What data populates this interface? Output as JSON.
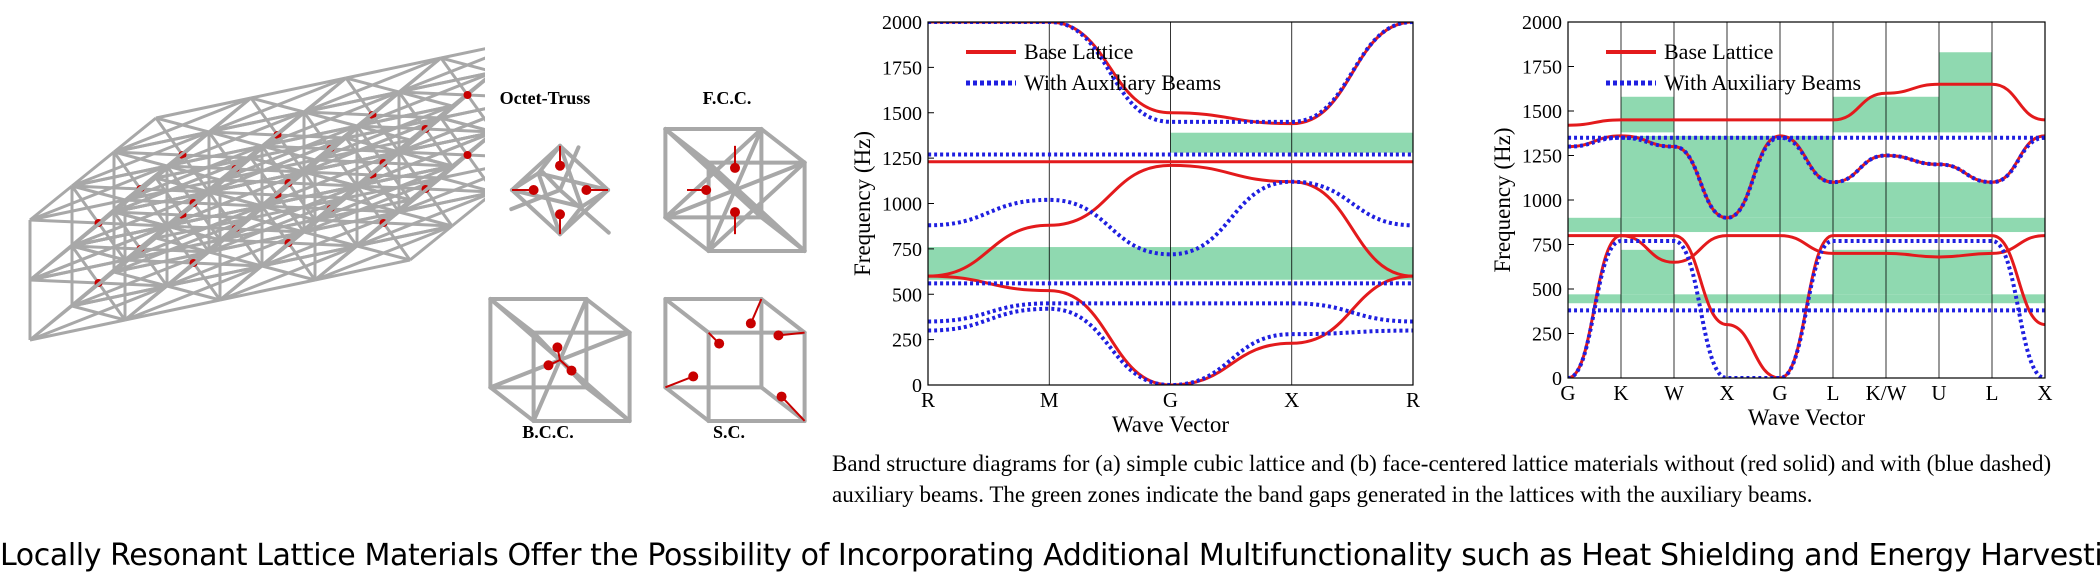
{
  "figure": {
    "cell_labels": [
      "Octet-Truss",
      "F.C.C.",
      "B.C.C.",
      "S.C."
    ],
    "caption": "Band structure diagrams for (a) simple cubic lattice and (b) face-centered lattice materials without (red solid) and with (blue dashed) auxiliary beams. The green zones indicate the band gaps generated in the lattices with the auxiliary beams.",
    "headline": "Locally Resonant Lattice Materials Offer the Possibility of Incorporating Additional Multifunctionality such as Heat Shielding and Energy Harvesting",
    "colors": {
      "base": "#e31a1c",
      "auxiliary": "#1f1fe0",
      "gap": "#8fd9b0",
      "accent": "#a83a1c",
      "strut": "#a8a8a8",
      "mass": "#c80000"
    }
  },
  "chart_data": [
    {
      "type": "line",
      "xlabel": "Wave Vector",
      "ylabel": "Frequency (Hz)",
      "x": [
        "R",
        "M",
        "G",
        "X",
        "R"
      ],
      "ylim": [
        0,
        2000
      ],
      "yticks": [
        0,
        250,
        500,
        750,
        1000,
        1250,
        1500,
        1750,
        2000
      ],
      "legend": [
        "Base Lattice",
        "With Auxiliary Beams"
      ],
      "legend_position": "top-left",
      "band_gaps": [
        {
          "from": 0,
          "to": 4,
          "y0": 580,
          "y1": 760
        },
        {
          "from": 2,
          "to": 4,
          "y0": 1280,
          "y1": 1390
        }
      ],
      "series": [
        {
          "name": "Base Lattice",
          "style": "solid",
          "values": [
            600,
            520,
            0,
            230,
            600
          ]
        },
        {
          "name": "Base Lattice",
          "style": "solid",
          "values": [
            600,
            880,
            1210,
            1120,
            600
          ]
        },
        {
          "name": "Base Lattice",
          "style": "solid",
          "values": [
            1230,
            1230,
            1230,
            1230,
            1230
          ]
        },
        {
          "name": "Base Lattice",
          "style": "solid",
          "values": [
            2000,
            2000,
            1500,
            1440,
            2000
          ]
        },
        {
          "name": "With Auxiliary Beams",
          "style": "dotted",
          "values": [
            300,
            420,
            0,
            280,
            300
          ]
        },
        {
          "name": "With Auxiliary Beams",
          "style": "dotted",
          "values": [
            350,
            450,
            450,
            450,
            350
          ]
        },
        {
          "name": "With Auxiliary Beams",
          "style": "dotted",
          "values": [
            560,
            560,
            560,
            560,
            560
          ]
        },
        {
          "name": "With Auxiliary Beams",
          "style": "dotted",
          "values": [
            880,
            1020,
            720,
            1120,
            880
          ]
        },
        {
          "name": "With Auxiliary Beams",
          "style": "dotted",
          "values": [
            1270,
            1270,
            1270,
            1270,
            1270
          ]
        },
        {
          "name": "With Auxiliary Beams",
          "style": "dotted",
          "values": [
            2000,
            2000,
            1450,
            1450,
            2000
          ]
        }
      ]
    },
    {
      "type": "line",
      "xlabel": "Wave Vector",
      "ylabel": "Frequency (Hz)",
      "x": [
        "G",
        "K",
        "W",
        "X",
        "G",
        "L",
        "K/W",
        "U",
        "L",
        "X"
      ],
      "ylim": [
        0,
        2000
      ],
      "yticks": [
        0,
        250,
        500,
        750,
        1000,
        1250,
        1500,
        1750,
        2000
      ],
      "legend": [
        "Base Lattice",
        "With Auxiliary Beams"
      ],
      "legend_position": "top-left",
      "band_gaps": [
        {
          "from": 0,
          "to": 9,
          "y0": 420,
          "y1": 470
        },
        {
          "from": 1,
          "to": 2,
          "y0": 470,
          "y1": 720
        },
        {
          "from": 5,
          "to": 8,
          "y0": 470,
          "y1": 720
        },
        {
          "from": 0,
          "to": 9,
          "y0": 820,
          "y1": 900
        },
        {
          "from": 1,
          "to": 5,
          "y0": 900,
          "y1": 1360
        },
        {
          "from": 5,
          "to": 8,
          "y0": 900,
          "y1": 1100
        },
        {
          "from": 1,
          "to": 2,
          "y0": 1380,
          "y1": 1580
        },
        {
          "from": 5,
          "to": 7,
          "y0": 1380,
          "y1": 1580
        },
        {
          "from": 7,
          "to": 8,
          "y0": 1380,
          "y1": 1830
        }
      ],
      "series": [
        {
          "name": "Base Lattice",
          "style": "solid",
          "values": [
            0,
            800,
            800,
            300,
            0,
            800,
            800,
            800,
            800,
            300
          ]
        },
        {
          "name": "Base Lattice",
          "style": "solid",
          "values": [
            800,
            800,
            650,
            800,
            800,
            700,
            700,
            680,
            700,
            800
          ]
        },
        {
          "name": "Base Lattice",
          "style": "solid",
          "values": [
            1300,
            1360,
            1300,
            900,
            1360,
            1100,
            1250,
            1200,
            1100,
            1360
          ]
        },
        {
          "name": "Base Lattice",
          "style": "solid",
          "values": [
            1420,
            1450,
            1450,
            1450,
            1450,
            1450,
            1600,
            1650,
            1650,
            1450
          ]
        },
        {
          "name": "With Auxiliary Beams",
          "style": "dotted",
          "values": [
            0,
            770,
            770,
            0,
            0,
            770,
            770,
            770,
            770,
            0
          ]
        },
        {
          "name": "With Auxiliary Beams",
          "style": "dotted",
          "values": [
            380,
            380,
            380,
            380,
            380,
            380,
            380,
            380,
            380,
            380
          ]
        },
        {
          "name": "With Auxiliary Beams",
          "style": "dotted",
          "values": [
            1350,
            1350,
            1350,
            1350,
            1350,
            1350,
            1350,
            1350,
            1350,
            1350
          ]
        },
        {
          "name": "With Auxiliary Beams",
          "style": "dotted",
          "values": [
            1300,
            1350,
            1300,
            900,
            1350,
            1100,
            1250,
            1200,
            1100,
            1350
          ]
        }
      ]
    }
  ]
}
